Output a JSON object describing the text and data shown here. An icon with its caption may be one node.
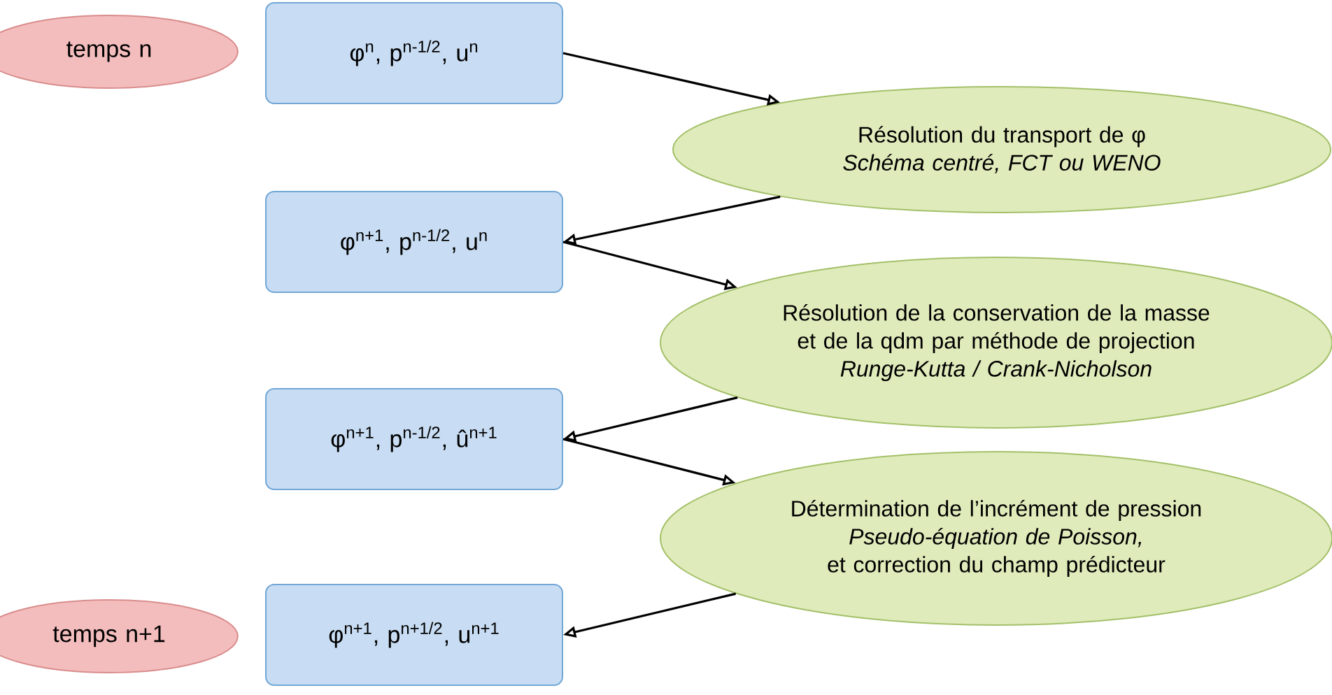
{
  "diagram": {
    "nodes": [
      {
        "text": [
          "temps n"
        ]
      },
      {
        "text": [
          "φ$^{n}$, p$^{n-1/2}$, u$^{n}$"
        ]
      },
      {
        "text": [
          "Résolution du transport de φ",
          "Schéma centré, FCT ou WENO"
        ]
      },
      {
        "text": [
          "φ$^{n+1}$, p$^{n-1/2}$, u$^{n}$"
        ]
      },
      {
        "text": [
          "Résolution de la conservation de la masse et de la qdm par méthode de projection",
          "Runge-Kutta / Crank-Nicholson"
        ]
      },
      {
        "text": [
          "φ$^{n+1}$, p$^{n-1/2}$, û$^{n+1}$"
        ]
      },
      {
        "text": [
          "Détermination de l’incrément de pression",
          "Pseudo-équation de Poisson,",
          "et correction du champ prédicteur"
        ]
      },
      {
        "text": [
          "φ$^{n+1}$, p$^{n+1/2}$, u$^{n+1}$"
        ]
      },
      {
        "text": [
          "temps n+1"
        ]
      }
    ],
    "edges": [
      {
        "from": 1,
        "to": 2,
        "arrow": "to"
      },
      {
        "from": 2,
        "to": 3,
        "arrow": "to"
      },
      {
        "from": 3,
        "to": 4,
        "arrow": "to"
      },
      {
        "from": 4,
        "to": 5,
        "arrow": "to"
      },
      {
        "from": 5,
        "to": 6,
        "arrow": "to"
      },
      {
        "from": 6,
        "to": 7,
        "arrow": "to"
      }
    ]
  }
}
